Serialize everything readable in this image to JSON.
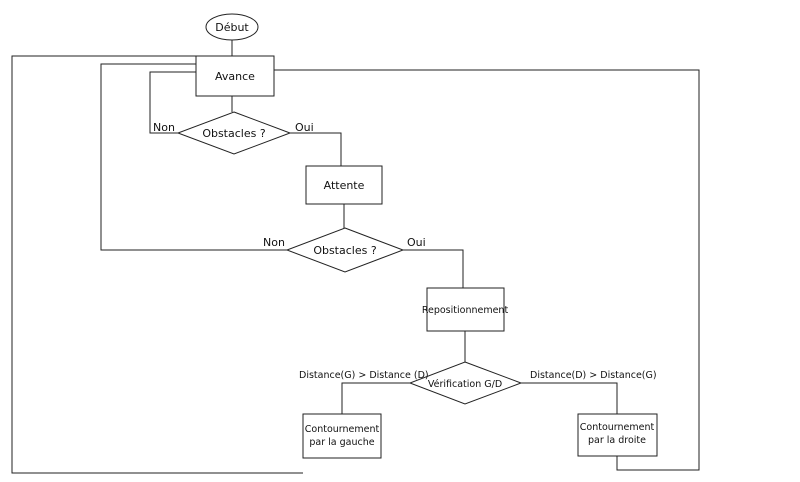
{
  "nodes": {
    "start": "Début",
    "advance": "Avance",
    "obstacles1": "Obstacles ?",
    "wait": "Attente",
    "obstacles2": "Obstacles ?",
    "reposition": "Repositionnement",
    "check": "Vérification G/D",
    "bypass_left_line1": "Contournement",
    "bypass_left_line2": "par la gauche",
    "bypass_right_line1": "Contournement",
    "bypass_right_line2": "par la droite"
  },
  "edge_labels": {
    "no1": "Non",
    "yes1": "Oui",
    "no2": "Non",
    "yes2": "Oui",
    "left_condition": "Distance(G) > Distance (D)",
    "right_condition": "Distance(D) > Distance(G)"
  }
}
